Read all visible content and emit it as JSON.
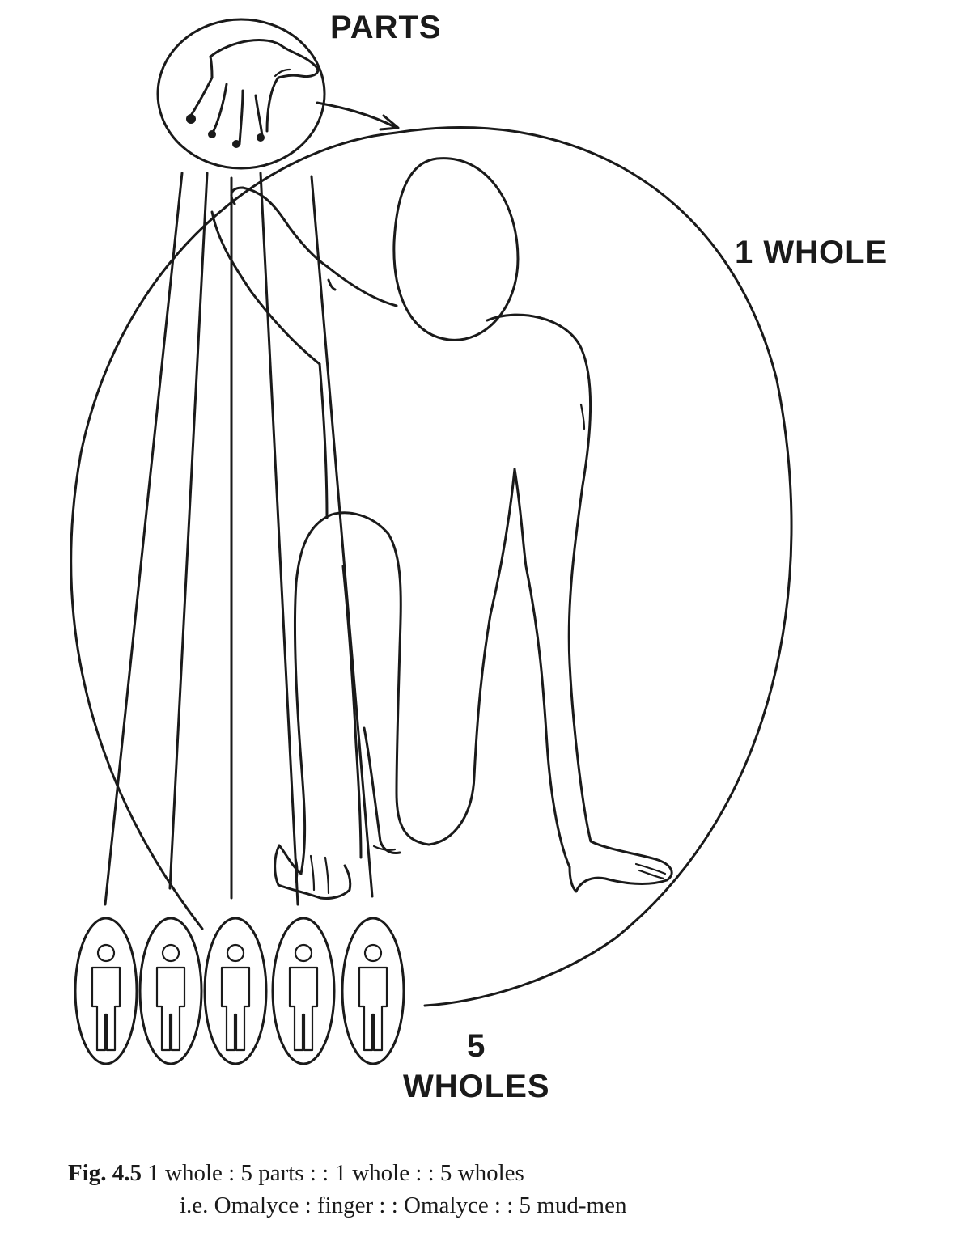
{
  "labels": {
    "parts": "PARTS",
    "one_whole": "1 WHOLE",
    "five": "5",
    "wholes": "WHOLES"
  },
  "caption": {
    "fig_number": "Fig. 4.5",
    "line1": "1 whole : 5 parts : : 1 whole  : : 5 wholes",
    "line2": "i.e. Omalyce : finger  : : Omalyce : : 5 mud-men"
  },
  "colors": {
    "ink": "#1a1a1a",
    "paper": "#ffffff"
  },
  "counts": {
    "mud_men": 5,
    "finger_lines": 5
  }
}
